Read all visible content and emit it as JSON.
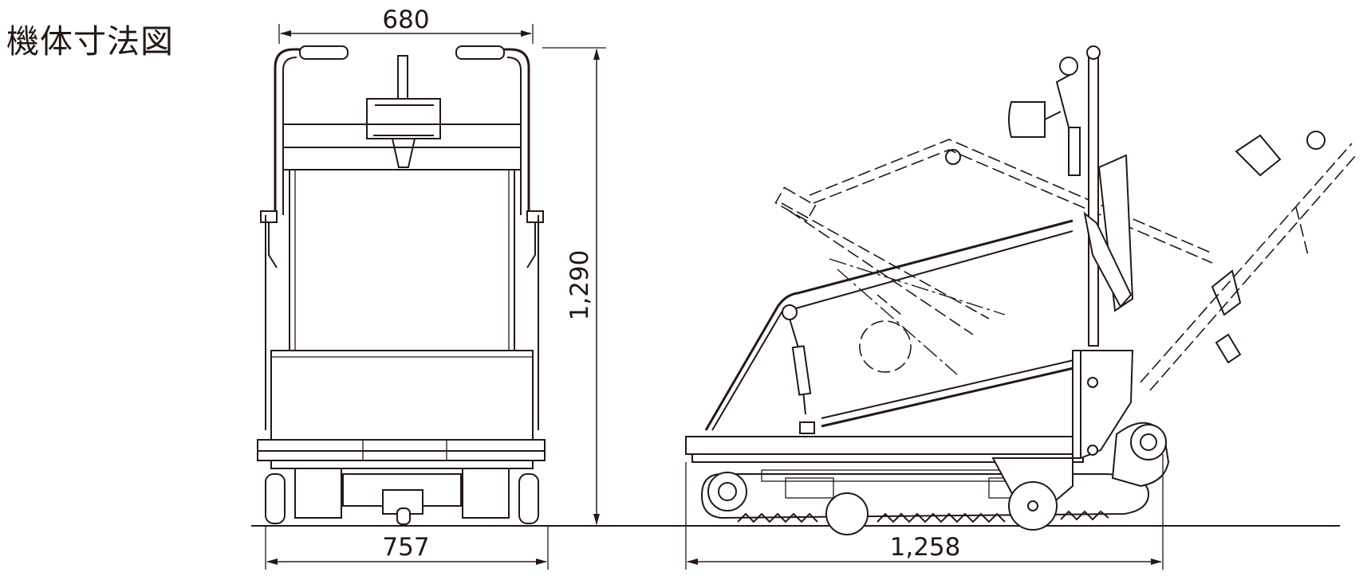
{
  "title": "機体寸法図",
  "dimensions": {
    "front_top_width": "680",
    "front_bottom_width": "757",
    "height": "1,290",
    "side_length": "1,258"
  }
}
